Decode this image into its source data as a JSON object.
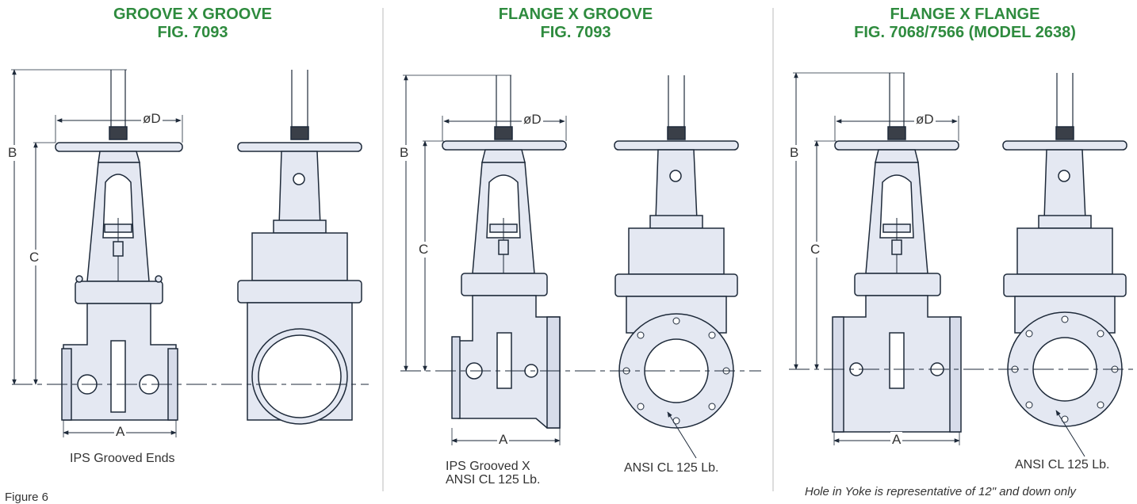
{
  "panels": [
    {
      "title_line1": "GROOVE X GROOVE",
      "title_line2": "FIG. 7093",
      "caption_left": "IPS Grooved Ends",
      "caption_right": ""
    },
    {
      "title_line1": "FLANGE X GROOVE",
      "title_line2": "FIG. 7093",
      "caption_left_1": "IPS Grooved X",
      "caption_left_2": "ANSI CL 125 Lb.",
      "caption_right": "ANSI CL 125 Lb."
    },
    {
      "title_line1": "FLANGE X FLANGE",
      "title_line2": "FIG. 7068/7566 (MODEL 2638)",
      "caption_right": "ANSI CL 125 Lb."
    }
  ],
  "dimensions": {
    "a": "A",
    "b": "B",
    "c": "C",
    "d": "øD"
  },
  "note": "Hole in Yoke is representative of 12\" and down only",
  "figure_label": "Figure 6",
  "colors": {
    "title": "#2e8b3e",
    "valve_fill": "#e4e8f2",
    "outline": "#1e2a3a",
    "divider": "#bbbbbb"
  }
}
